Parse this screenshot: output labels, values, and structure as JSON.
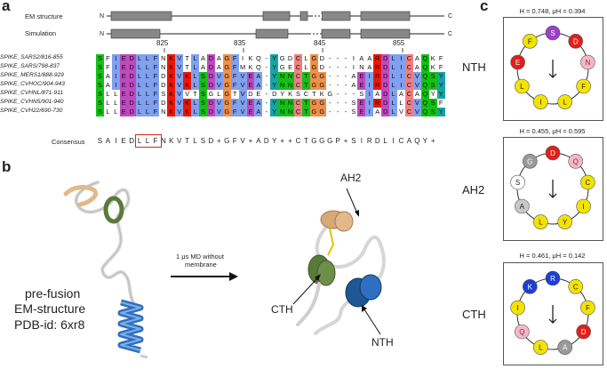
{
  "panels": {
    "a": "a",
    "b": "b",
    "c": "c"
  },
  "domain_map": {
    "rows": [
      {
        "label": "EM structure",
        "n": "N",
        "c": "C"
      },
      {
        "label": "Simulation",
        "n": "N",
        "c": "C"
      }
    ]
  },
  "ruler": {
    "ticks": [
      "825",
      "835",
      "845",
      "855"
    ]
  },
  "alignment": {
    "names": [
      "SPIKE_SARS2/816-855",
      "SPIKE_SARS/798-837",
      "SPIKE_MERS1/888-929",
      "SPIKE_CVHOC/904-943",
      "SPIKE_CVHNL/871-911",
      "SPIKE_CVHN5/901-940",
      "SPIKE_CVH22/690-730"
    ],
    "sequences": [
      "SFIEDLLFNKVTLADAGFIKQ-YGDCLGD---IAARDLICAQKF",
      "SFIEDLLFNKVTLADAGFMKQ-YGECLGD---INARDLICAQKF",
      "SAIEDLLFDKVKLSDVGFVEA-YNNCTGG---AEIRDLICVQSY",
      "SAIEDLLFDKVKLSDVGFVEA-YNNCTGG---AEIRDLICVQSY",
      "SLLEDLLFSKVVTSGLGTVDE-DYKSCTKG---SIADLACAQYY",
      "SLLEDLLFDKVKLSDVGFVEA-YNNCTGG---SEIRDLLCVQSF",
      "SLLEDLLFNKVKLSDVGFVEA-YNNCTGG---SEIADLVCVQSY"
    ],
    "consensus_label": "Consensus",
    "consensus": "SAIEDLLFNKVTLSD+GFV+ADY++CTGGGP+SIRDLICAQY+"
  },
  "panel_b": {
    "prefusion_lines": [
      "pre-fusion",
      "EM-structure",
      "PDB-id: 6xr8"
    ],
    "arrow_text_lines": [
      "1 μs MD without",
      "membrane"
    ],
    "labels": {
      "ah2": "AH2",
      "cth": "CTH",
      "nth": "NTH"
    }
  },
  "panel_c": {
    "wheels": [
      {
        "name": "NTH",
        "stats": "H = 0.748, μH = 0.394",
        "residues": [
          {
            "aa": "S",
            "color": "#9b3fcf",
            "fg": "#ffffff"
          },
          {
            "aa": "D",
            "color": "#e0201b",
            "fg": "#ffffff"
          },
          {
            "aa": "N",
            "color": "#f2b8c6",
            "fg": "#a02040"
          },
          {
            "aa": "F",
            "color": "#f3e300",
            "fg": "#222222"
          },
          {
            "aa": "L",
            "color": "#f3e300",
            "fg": "#222222"
          },
          {
            "aa": "I",
            "color": "#f3e300",
            "fg": "#222222"
          },
          {
            "aa": "L",
            "color": "#f3e300",
            "fg": "#222222"
          },
          {
            "aa": "E",
            "color": "#e0201b",
            "fg": "#ffffff"
          },
          {
            "aa": "F",
            "color": "#f3e300",
            "fg": "#222222"
          }
        ]
      },
      {
        "name": "AH2",
        "stats": "H = 0.455, μH = 0.595",
        "residues": [
          {
            "aa": "D",
            "color": "#e0201b",
            "fg": "#ffffff"
          },
          {
            "aa": "Q",
            "color": "#f2b8c6",
            "fg": "#a02040"
          },
          {
            "aa": "C",
            "color": "#f3e300",
            "fg": "#222222"
          },
          {
            "aa": "I",
            "color": "#f3e300",
            "fg": "#222222"
          },
          {
            "aa": "Y",
            "color": "#f3e300",
            "fg": "#222222"
          },
          {
            "aa": "L",
            "color": "#f3e300",
            "fg": "#222222"
          },
          {
            "aa": "A",
            "color": "#c8c8c8",
            "fg": "#222222"
          },
          {
            "aa": "S",
            "color": "#ffffff",
            "fg": "#222222"
          },
          {
            "aa": "G",
            "color": "#9a9a9a",
            "fg": "#ffffff"
          }
        ]
      },
      {
        "name": "CTH",
        "stats": "H = 0.461, μH = 0.142",
        "residues": [
          {
            "aa": "R",
            "color": "#1d3fd6",
            "fg": "#ffffff"
          },
          {
            "aa": "C",
            "color": "#f3e300",
            "fg": "#222222"
          },
          {
            "aa": "F",
            "color": "#f3e300",
            "fg": "#222222"
          },
          {
            "aa": "D",
            "color": "#e0201b",
            "fg": "#ffffff"
          },
          {
            "aa": "A",
            "color": "#9a9a9a",
            "fg": "#ffffff"
          },
          {
            "aa": "L",
            "color": "#f3e300",
            "fg": "#222222"
          },
          {
            "aa": "Q",
            "color": "#f2b8c6",
            "fg": "#a02040"
          },
          {
            "aa": "I",
            "color": "#f3e300",
            "fg": "#222222"
          },
          {
            "aa": "K",
            "color": "#1d3fd6",
            "fg": "#ffffff"
          }
        ]
      }
    ]
  },
  "colors": {
    "hydrophobic": "#80a0f0",
    "helix_blue": "#2f6fc0",
    "helix_green": "#5a7a3a",
    "helix_tan": "#d9a878",
    "highlight_box": "#e0201b"
  }
}
